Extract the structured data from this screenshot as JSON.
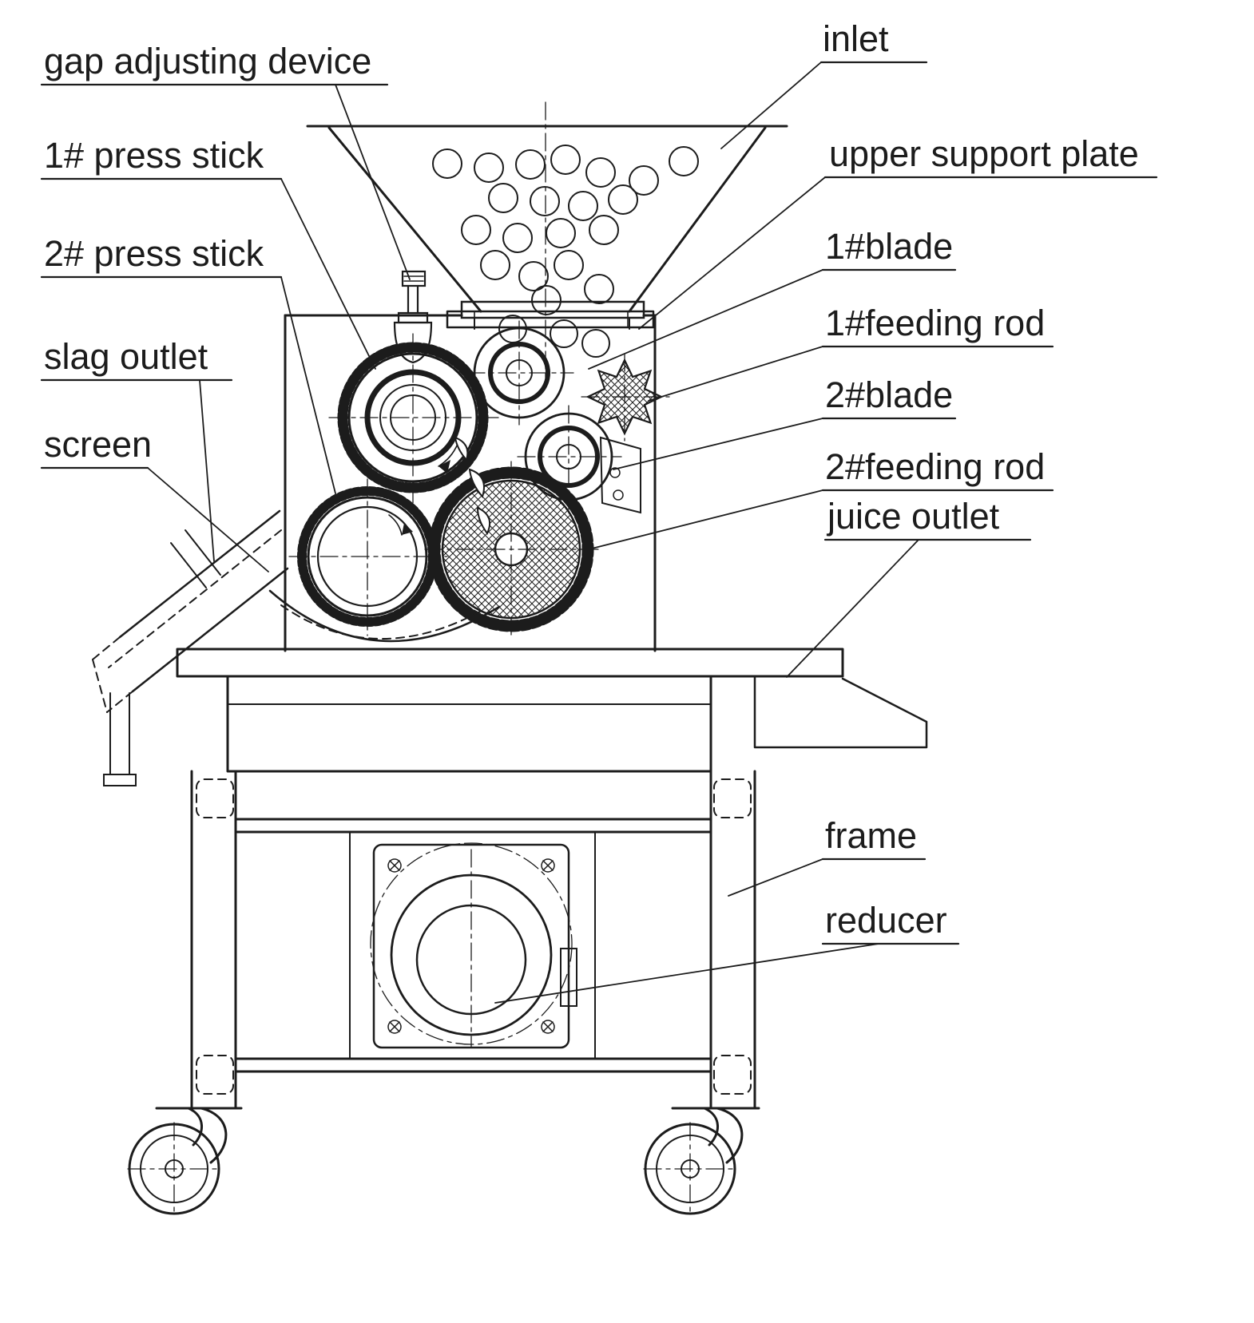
{
  "diagram": {
    "labels": {
      "gap_adjusting_device": "gap adjusting device",
      "press_stick_1": "1# press stick",
      "press_stick_2": "2# press stick",
      "slag_outlet": "slag outlet",
      "screen": "screen",
      "inlet": "inlet",
      "upper_support_plate": "upper support plate",
      "blade_1": "1#blade",
      "feeding_rod_1": "1#feeding rod",
      "blade_2": "2#blade",
      "feeding_rod_2": "2#feeding rod",
      "juice_outlet": "juice outlet",
      "frame": "frame",
      "reducer": "reducer"
    },
    "colors": {
      "line": "#1c1c1c",
      "background": "#ffffff"
    }
  }
}
